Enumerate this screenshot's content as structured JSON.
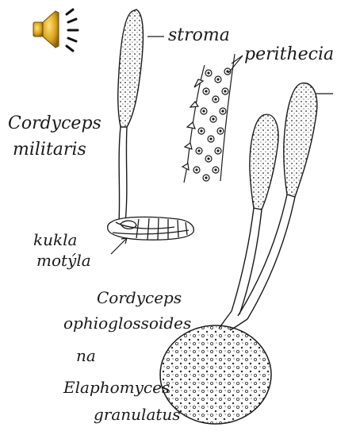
{
  "labels": {
    "stroma": "stroma",
    "perithecia": "perithecia",
    "cordyceps_militaris_line1": "Cordyceps",
    "cordyceps_militaris_line2": "militaris",
    "kukla_line1": "kukla",
    "kukla_line2": "motýla",
    "ophio_line1": "Cordyceps",
    "ophio_line2": "ophioglossoides",
    "ophio_line3": "na",
    "ophio_line4": "Elaphomyces",
    "ophio_line5": "granulatus"
  },
  "icons": {
    "speaker": "speaker-icon"
  },
  "colors": {
    "ink": "#1a1a1a",
    "speaker_gold": "#d9a21b",
    "speaker_dark": "#6b4a08",
    "background": "#ffffff"
  }
}
